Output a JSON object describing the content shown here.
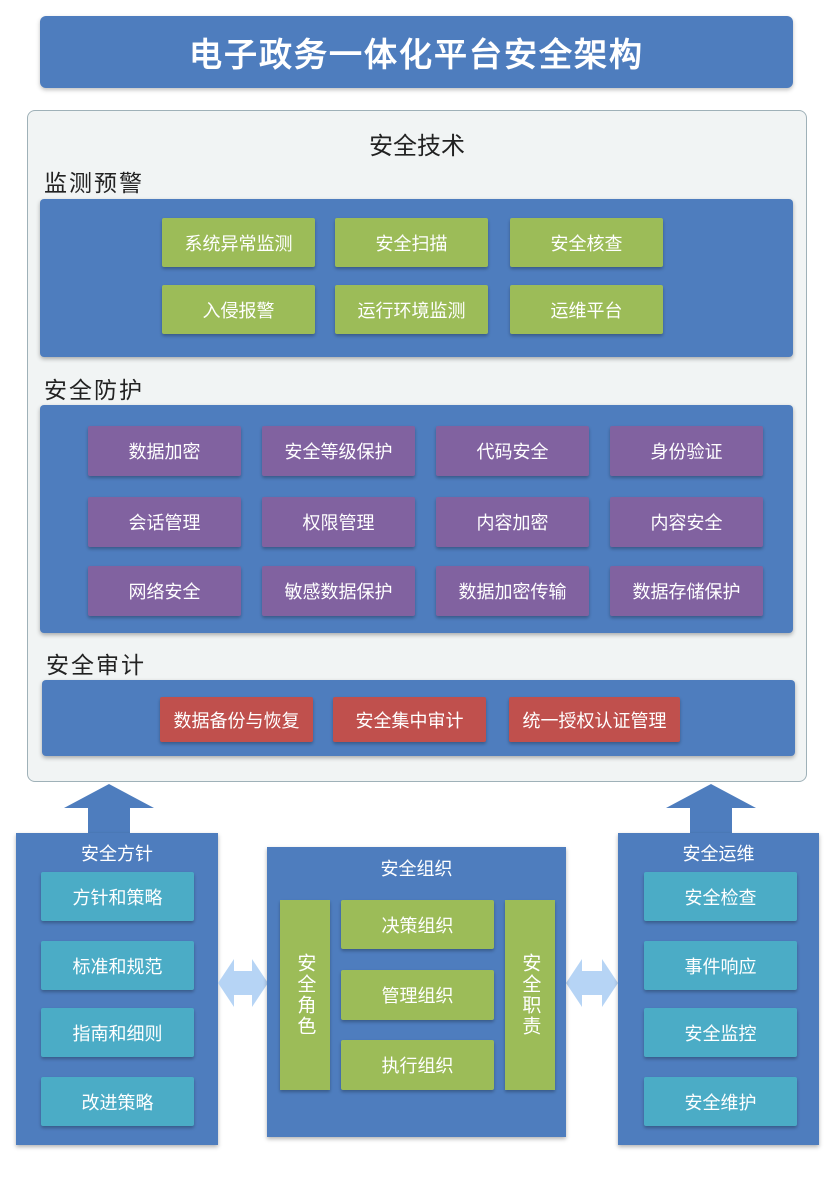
{
  "title": "电子政务一体化平台安全架构",
  "security_tech": {
    "heading": "安全技术",
    "monitoring": {
      "label": "监测预警",
      "items": [
        "系统异常监测",
        "安全扫描",
        "安全核查",
        "入侵报警",
        "运行环境监测",
        "运维平台"
      ]
    },
    "protection": {
      "label": "安全防护",
      "items": [
        "数据加密",
        "安全等级保护",
        "代码安全",
        "身份验证",
        "会话管理",
        "权限管理",
        "内容加密",
        "内容安全",
        "网络安全",
        "敏感数据保护",
        "数据加密传输",
        "数据存储保护"
      ]
    },
    "audit": {
      "label": "安全审计",
      "items": [
        "数据备份与恢复",
        "安全集中审计",
        "统一授权认证管理"
      ]
    }
  },
  "policy": {
    "title": "安全方针",
    "items": [
      "方针和策略",
      "标准和规范",
      "指南和细则",
      "改进策略"
    ]
  },
  "organization": {
    "title": "安全组织",
    "left_label": "安全角色",
    "right_label": "安全职责",
    "items": [
      "决策组织",
      "管理组织",
      "执行组织"
    ]
  },
  "operations": {
    "title": "安全运维",
    "items": [
      "安全检查",
      "事件响应",
      "安全监控",
      "安全维护"
    ]
  },
  "colors": {
    "panel_blue": "#4e7dbe",
    "green": "#9cbc58",
    "purple": "#8162a0",
    "red": "#c0504d",
    "teal": "#4bacc6",
    "arrow": "#b6d4f5"
  }
}
